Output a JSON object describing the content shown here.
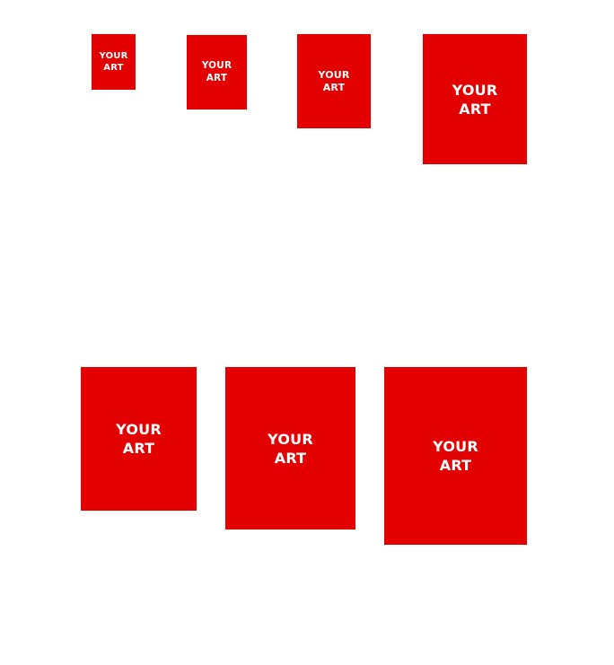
{
  "accent_color": "#e20000",
  "label_color": "#ffffff",
  "tiles": [
    {
      "line1": "YOUR",
      "line2": "ART"
    },
    {
      "line1": "YOUR",
      "line2": "ART"
    },
    {
      "line1": "YOUR",
      "line2": "ART"
    },
    {
      "line1": "YOUR",
      "line2": "ART"
    },
    {
      "line1": "YOUR",
      "line2": "ART"
    },
    {
      "line1": "YOUR",
      "line2": "ART"
    },
    {
      "line1": "YOUR",
      "line2": "ART"
    }
  ]
}
